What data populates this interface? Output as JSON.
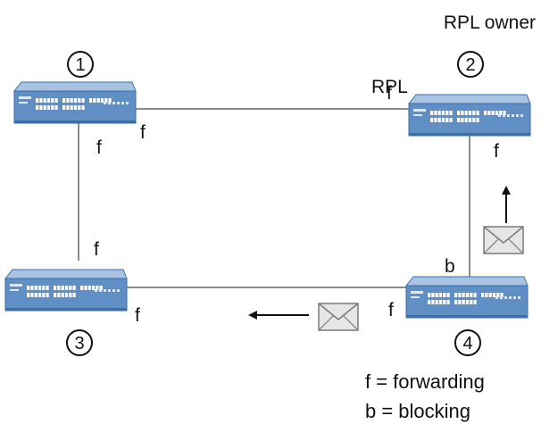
{
  "nodes": [
    {
      "id": "1",
      "number": "1"
    },
    {
      "id": "2",
      "number": "2",
      "role_label": "RPL owner"
    },
    {
      "id": "3",
      "number": "3"
    },
    {
      "id": "4",
      "number": "4"
    }
  ],
  "port_labels": {
    "rpl": "RPL",
    "sw1_right": "f",
    "sw1_bottom": "f",
    "sw2_left": "f",
    "sw2_bottom": "f",
    "sw3_top": "f",
    "sw3_right": "f",
    "sw4_left": "f",
    "sw4_top": "b"
  },
  "legend": {
    "forwarding": "f = forwarding",
    "blocking": "b = blocking"
  },
  "colors": {
    "link": "#8c8c8c",
    "switch_body": "#5f8fc4",
    "switch_top": "#a9c4e3",
    "switch_front": "#3c6ea8",
    "port": "#ffffff",
    "envelope": "#e6e6e6",
    "envelope_stroke": "#7a7a7a",
    "arrow": "#111111"
  },
  "icons": [
    "switch-icon",
    "envelope-icon",
    "arrow-icon",
    "circled-number-icon"
  ]
}
